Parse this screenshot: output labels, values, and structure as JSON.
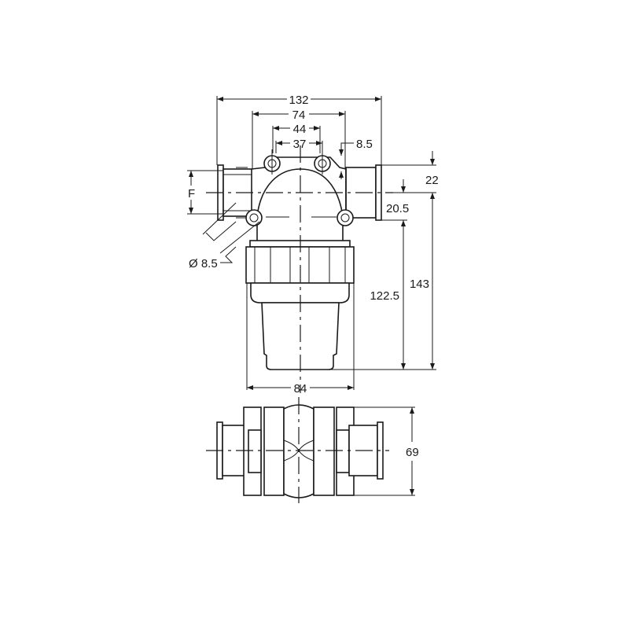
{
  "drawing": {
    "front_view": {
      "dimensions": {
        "overall_width": "132",
        "mount_width": "74",
        "hole_spacing_outer": "44",
        "hole_spacing_inner": "37",
        "hole_offset": "8.5",
        "top_to_axis": "22",
        "axis_to_mount": "20.5",
        "mount_to_bottom": "122.5",
        "axis_to_bottom": "143",
        "bowl_width": "84",
        "thread_label": "F",
        "hole_diameter": "Ø 8.5"
      }
    },
    "bottom_view": {
      "dimensions": {
        "depth": "69"
      }
    }
  }
}
